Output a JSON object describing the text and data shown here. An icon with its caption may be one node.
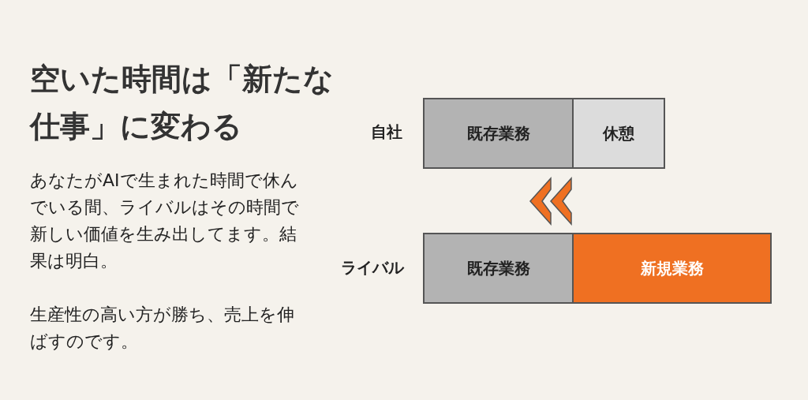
{
  "diagram": {
    "title": "空いた時間は「新たな仕事」に変わる",
    "nodes": [
      {
        "text": [
          "既存業務"
        ]
      },
      {
        "text": [
          "休憩"
        ]
      },
      {
        "text": [
          "既存業務"
        ]
      },
      {
        "text": [
          "新規業務"
        ]
      }
    ],
    "labels": [
      "あなたがAIで生まれた時間で休んでいる間、ライバルはその時間で新しい価値を生み出してます。結果は明白。",
      "生産性の高い方が勝ち、売上を伸ばすのです。",
      "自社",
      "ライバル"
    ]
  }
}
